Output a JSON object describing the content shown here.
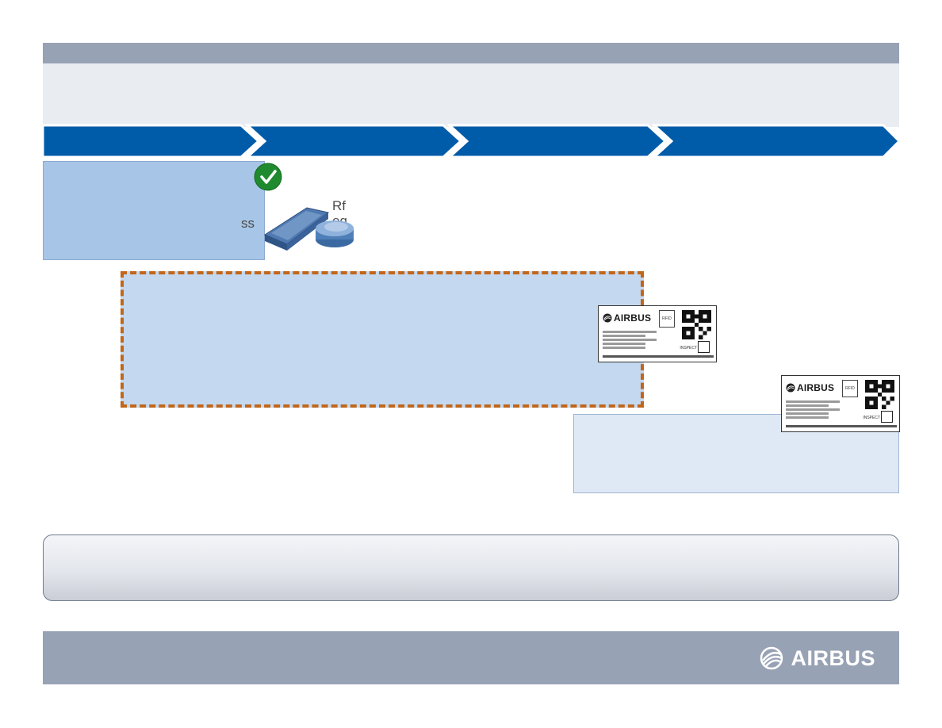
{
  "header": {
    "title": "",
    "subtitle": ""
  },
  "process_steps": [
    {
      "label": ""
    },
    {
      "label": ""
    },
    {
      "label": ""
    },
    {
      "label": ""
    }
  ],
  "left_box": {
    "text": ""
  },
  "device": {
    "clipped_left": "ss",
    "clipped_right_top": "Rf",
    "clipped_right_bottom": "eq"
  },
  "dashed_box": {
    "text": ""
  },
  "right_box": {
    "text": ""
  },
  "tag_card": {
    "brand": "AIRBUS",
    "rfid_label": "RFID",
    "inspect_label": "INSPECT"
  },
  "note_bar": {
    "text": ""
  },
  "footer": {
    "brand": "AIRBUS"
  },
  "colors": {
    "band": "#98a2b5",
    "chevron": "#005ba8",
    "left_box": "#a7c6e7",
    "dashed_border": "#c1661a",
    "dashed_fill": "#c4d8ef",
    "right_box": "#dfe9f5",
    "check": "#1f8a2e"
  },
  "icons": [
    "check-icon",
    "airbus-logo-icon",
    "rfid-icon",
    "qr-code-icon"
  ]
}
